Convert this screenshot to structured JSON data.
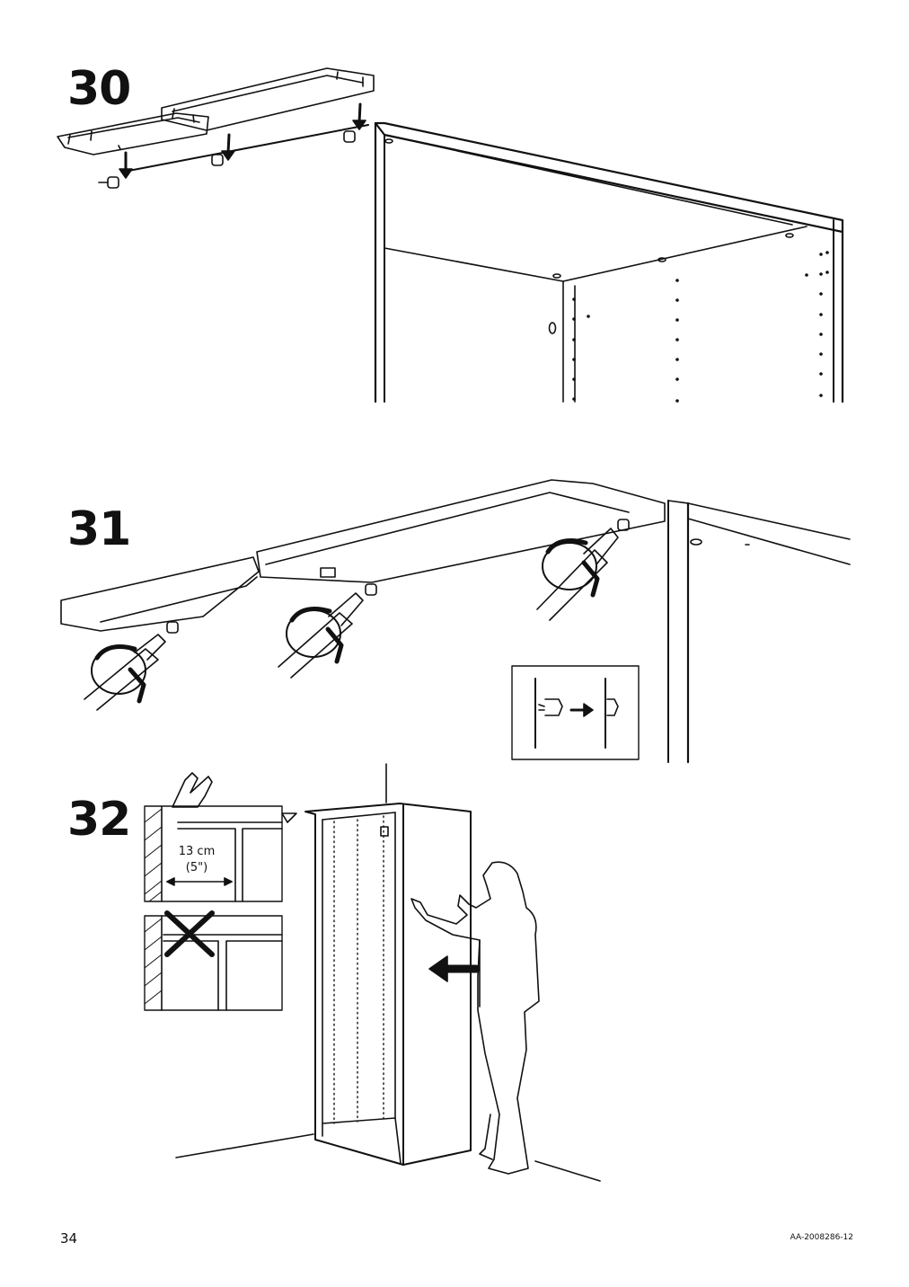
{
  "steps": [
    {
      "number": "30"
    },
    {
      "number": "31"
    },
    {
      "number": "32"
    }
  ],
  "measurement": {
    "metric": "13 cm",
    "imperial": "(5\")"
  },
  "footer": {
    "page_number": "34",
    "document_code": "AA-2008286-12"
  },
  "icons": [
    "down-arrow-icon",
    "screwdriver-icon",
    "rotate-arrow-icon",
    "finger-pointer-icon",
    "forbidden-cross-icon",
    "push-left-arrow-icon"
  ]
}
